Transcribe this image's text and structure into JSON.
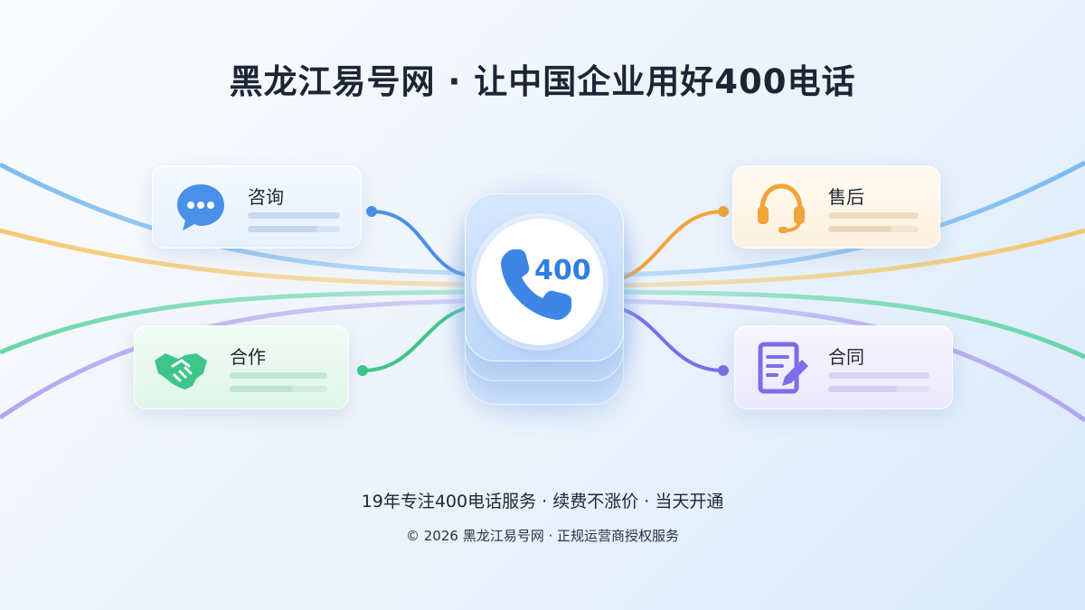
{
  "title": "黑龙江易号网 · 让中国企业用好400电话",
  "hub": {
    "number": "400",
    "icon": "phone-icon"
  },
  "cards": {
    "consult": {
      "label": "咨询",
      "icon": "chat-bubble-icon",
      "color": "#4a90e8"
    },
    "after": {
      "label": "售后",
      "icon": "headset-icon",
      "color": "#f2a33a"
    },
    "coop": {
      "label": "合作",
      "icon": "handshake-icon",
      "color": "#3cc68a"
    },
    "contract": {
      "label": "合同",
      "icon": "contract-edit-icon",
      "color": "#7b6ee6"
    }
  },
  "footer": {
    "tagline": "19年专注400电话服务 · 续费不涨价 · 当天开通",
    "copyright": "© 2026 黑龙江易号网 · 正规运营商授权服务"
  },
  "colors": {
    "blue": "#5aa8f0",
    "orange": "#f5bf5a",
    "green": "#4fd19a",
    "purple": "#a998ee"
  }
}
